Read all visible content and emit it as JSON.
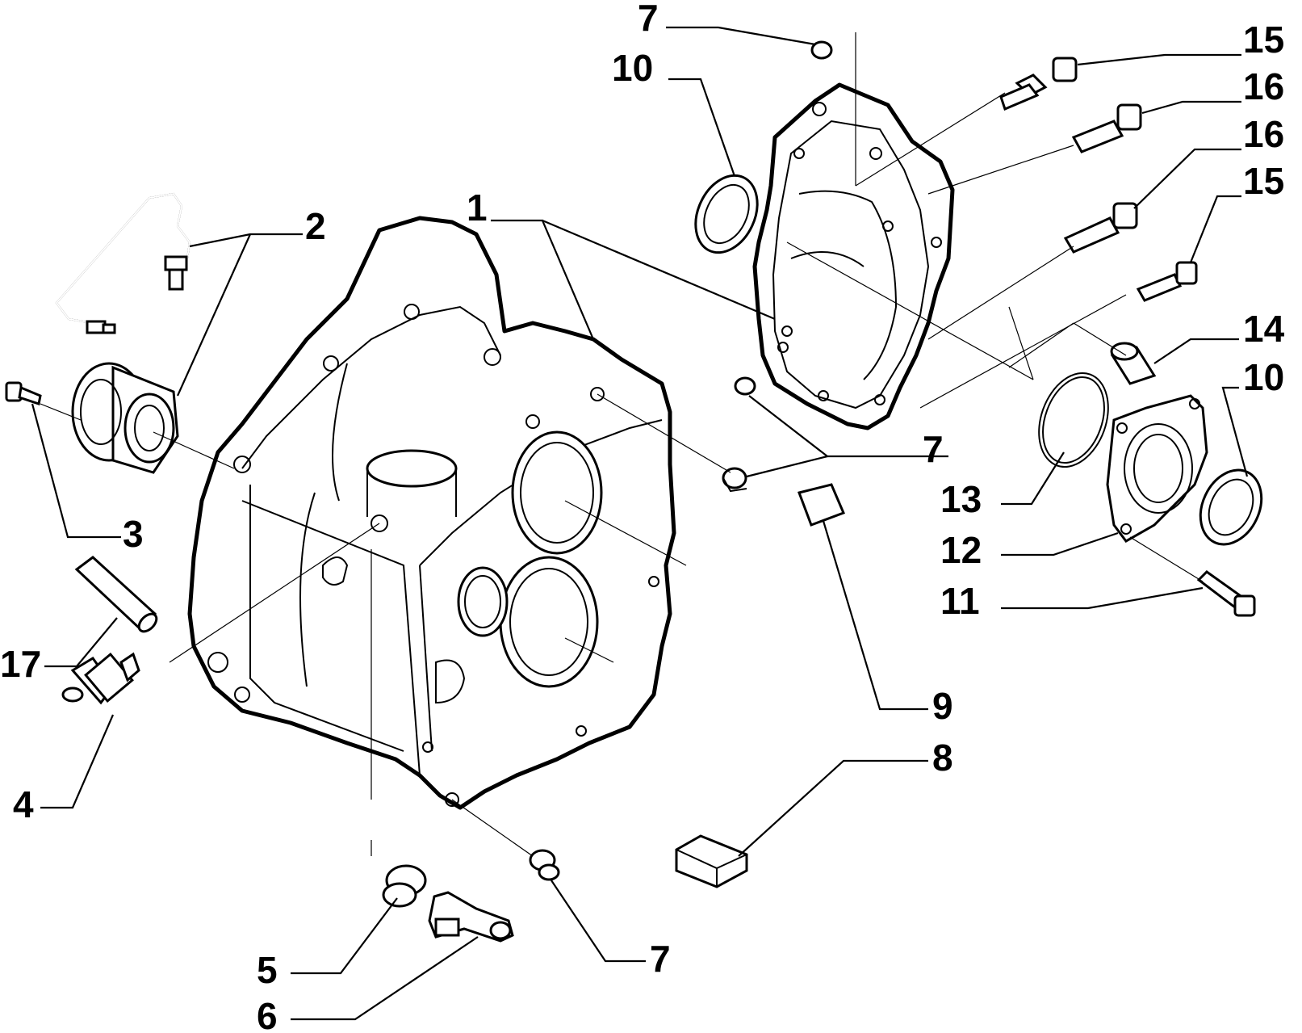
{
  "callouts": [
    {
      "id": "c1",
      "text": "1"
    },
    {
      "id": "c2",
      "text": "2"
    },
    {
      "id": "c3",
      "text": "3"
    },
    {
      "id": "c4",
      "text": "4"
    },
    {
      "id": "c5",
      "text": "5"
    },
    {
      "id": "c6",
      "text": "6"
    },
    {
      "id": "c7a",
      "text": "7"
    },
    {
      "id": "c7b",
      "text": "7"
    },
    {
      "id": "c7c",
      "text": "7"
    },
    {
      "id": "c8",
      "text": "8"
    },
    {
      "id": "c9",
      "text": "9"
    },
    {
      "id": "c10a",
      "text": "10"
    },
    {
      "id": "c10b",
      "text": "10"
    },
    {
      "id": "c11",
      "text": "11"
    },
    {
      "id": "c12",
      "text": "12"
    },
    {
      "id": "c13",
      "text": "13"
    },
    {
      "id": "c14",
      "text": "14"
    },
    {
      "id": "c15a",
      "text": "15"
    },
    {
      "id": "c15b",
      "text": "15"
    },
    {
      "id": "c16a",
      "text": "16"
    },
    {
      "id": "c16b",
      "text": "16"
    },
    {
      "id": "c17",
      "text": "17"
    }
  ]
}
